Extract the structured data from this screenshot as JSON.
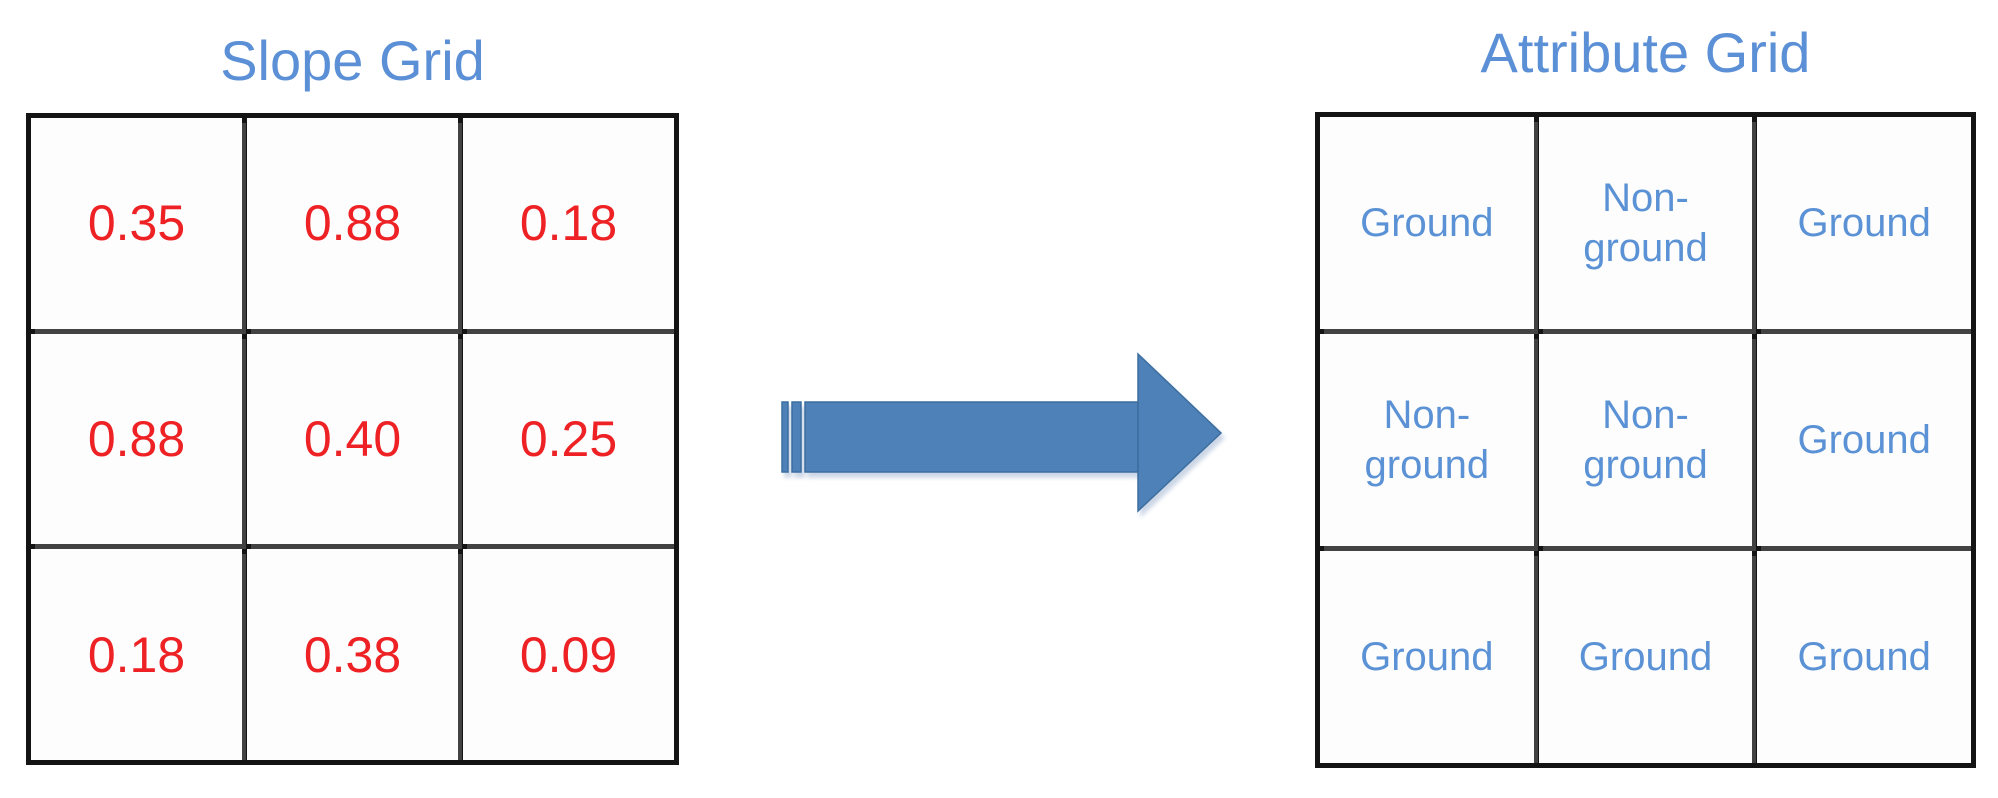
{
  "slope_grid": {
    "title": "Slope Grid",
    "cells": [
      [
        "0.35",
        "0.88",
        "0.18"
      ],
      [
        "0.88",
        "0.40",
        "0.25"
      ],
      [
        "0.18",
        "0.38",
        "0.09"
      ]
    ]
  },
  "attribute_grid": {
    "title": "Attribute Grid",
    "cells": [
      [
        "Ground",
        "Non-\nground",
        "Ground"
      ],
      [
        "Non-\nground",
        "Non-\nground",
        "Ground"
      ],
      [
        "Ground",
        "Ground",
        "Ground"
      ]
    ]
  },
  "arrow": {
    "icon": "striped-right-arrow"
  },
  "colors": {
    "title_blue": "#5b8fd6",
    "slope_value_red": "#ee2125",
    "attribute_blue": "#5b92d5",
    "grid_line": "#141414",
    "arrow_fill": "#4e81b8",
    "arrow_stroke": "#3c6e9f"
  }
}
